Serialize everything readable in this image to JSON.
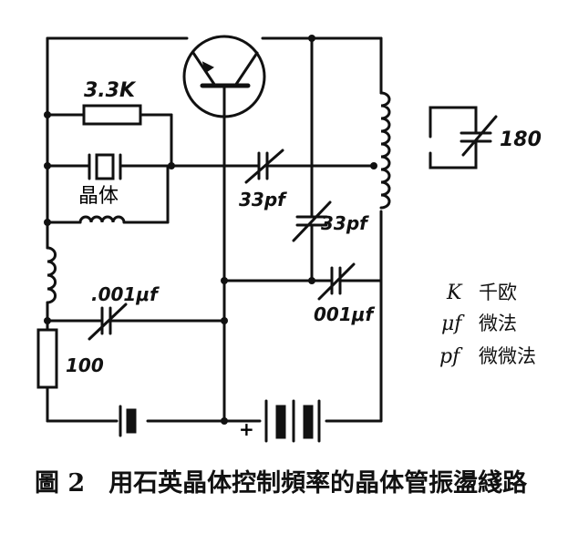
{
  "components": {
    "resistor_top": "3.3K",
    "crystal": "晶体",
    "cap_left": ".001μf",
    "resistor_bottom": "100",
    "cap_mid": "33pf",
    "cap_trimmer": "33pf",
    "cap_bottom_right": "001μf",
    "cap_output": "180"
  },
  "legend": [
    {
      "symbol": "K",
      "meaning": "千欧"
    },
    {
      "symbol": "μf",
      "meaning": "微法"
    },
    {
      "symbol": "pf",
      "meaning": "微微法"
    }
  ],
  "battery_polarity": "+",
  "caption": {
    "figure": "圖 2",
    "text": "用石英晶体控制頻率的晶体管振盪綫路"
  }
}
